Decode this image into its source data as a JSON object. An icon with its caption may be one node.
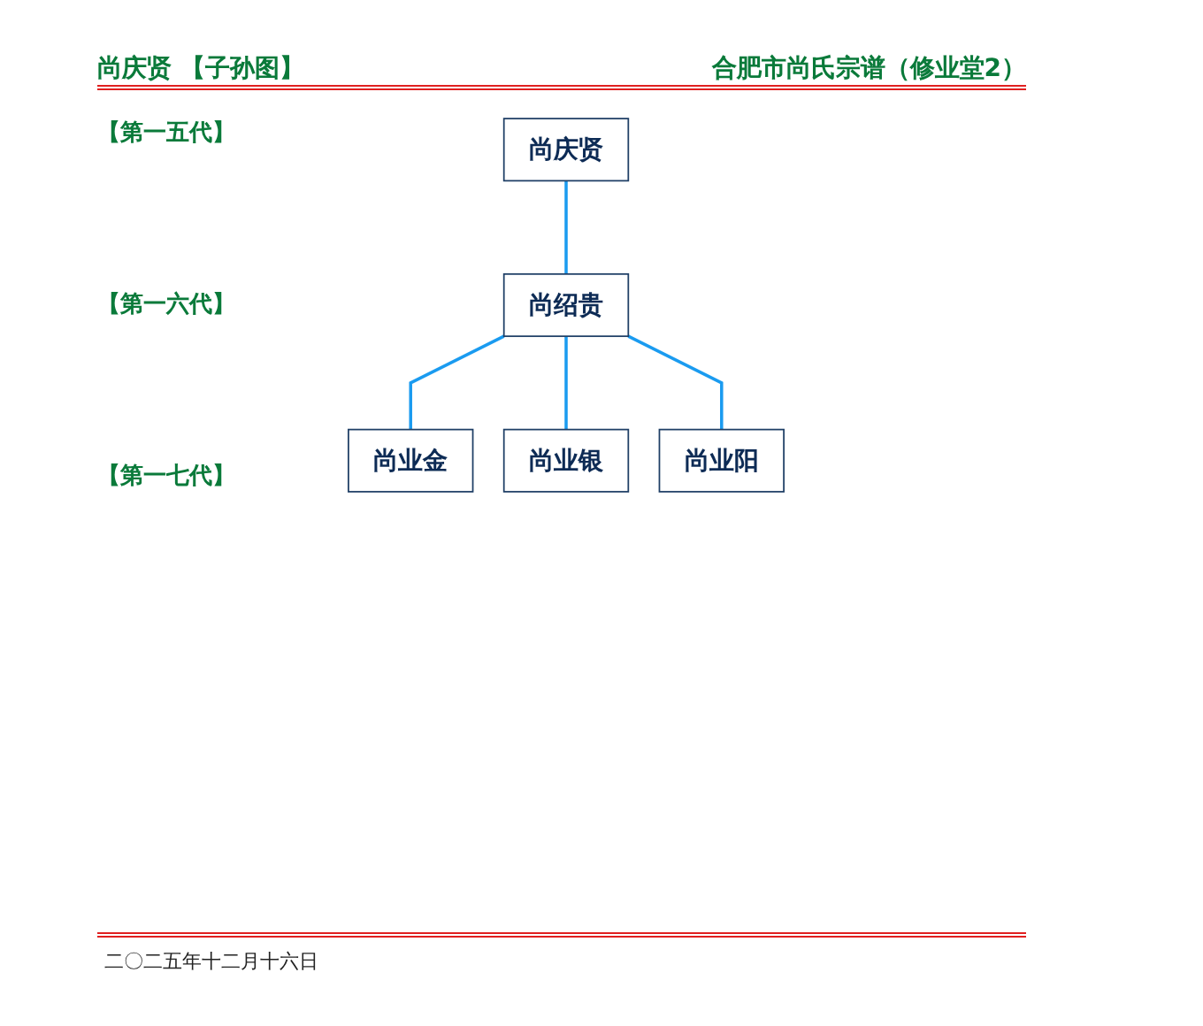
{
  "diagram": {
    "title": "尚庆贤 【子孙图】",
    "nodes": [
      {
        "text": [
          "尚庆贤"
        ]
      },
      {
        "text": [
          "尚绍贵"
        ]
      },
      {
        "text": [
          "尚业金"
        ]
      },
      {
        "text": [
          "尚业银"
        ]
      },
      {
        "text": [
          "尚业阳"
        ]
      }
    ],
    "edges": [
      {
        "from": 0,
        "to": 1,
        "arrow": "none"
      },
      {
        "from": 1,
        "to": 2,
        "arrow": "none"
      },
      {
        "from": 1,
        "to": 3,
        "arrow": "none"
      },
      {
        "from": 1,
        "to": 4,
        "arrow": "none"
      }
    ],
    "labels": [
      "合肥市尚氏宗谱（修业堂2）",
      "【第一五代】",
      "【第一六代】",
      "【第一七代】",
      "二〇二五年十二月十六日"
    ]
  }
}
